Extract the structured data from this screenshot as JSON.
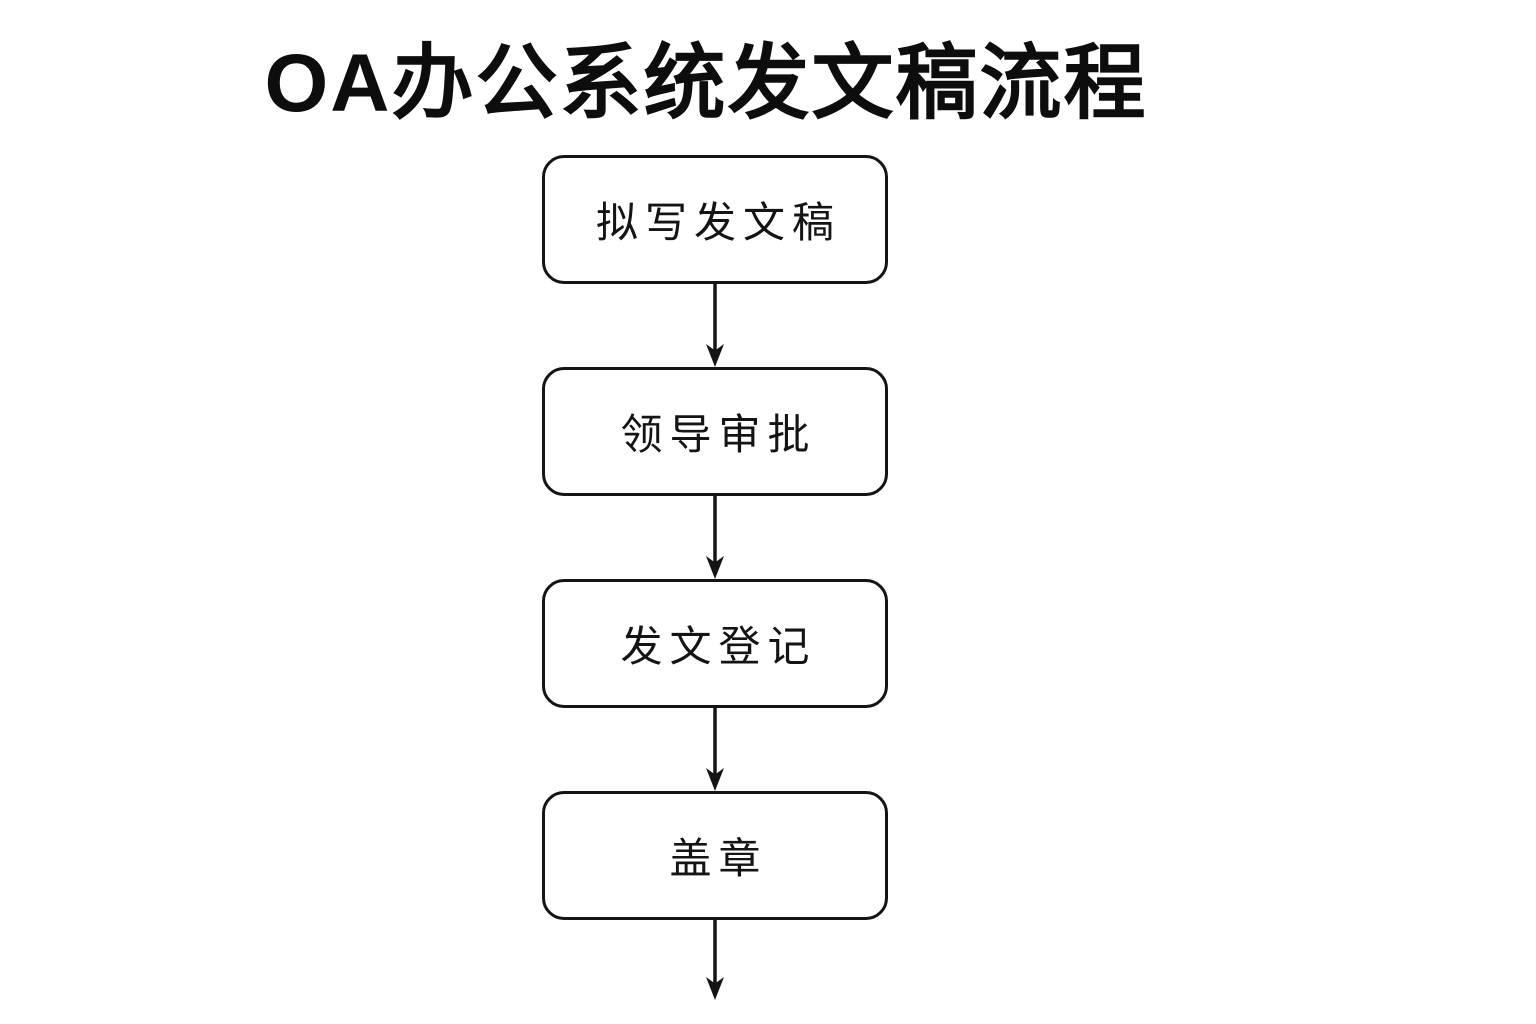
{
  "title": "OA办公系统发文稿流程",
  "flowchart": {
    "direction": "top-to-bottom",
    "steps": [
      {
        "label": "拟写发文稿"
      },
      {
        "label": "领导审批"
      },
      {
        "label": "发文登记"
      },
      {
        "label": "盖章"
      }
    ],
    "has_exit_arrow_after_last_step": true
  },
  "colors": {
    "background": "#ffffff",
    "box_fill": "#ffffff",
    "box_border": "#141414",
    "text": "#111111",
    "arrow": "#141414"
  }
}
